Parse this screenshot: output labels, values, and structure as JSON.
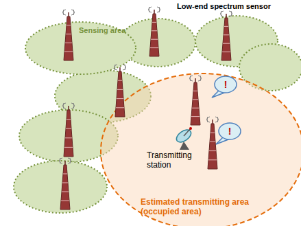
{
  "diagram": {
    "nodes": [
      {
        "text": [
          "Sensing area"
        ]
      },
      {
        "text": [
          "Estimated transmitting area (occupied area)"
        ]
      },
      {
        "text": [
          "!"
        ],
        "in": 1
      },
      {
        "text": [
          "!"
        ],
        "in": 1
      }
    ],
    "labels": [
      "Low-end spectrum sensor",
      "Transmitting station"
    ]
  }
}
